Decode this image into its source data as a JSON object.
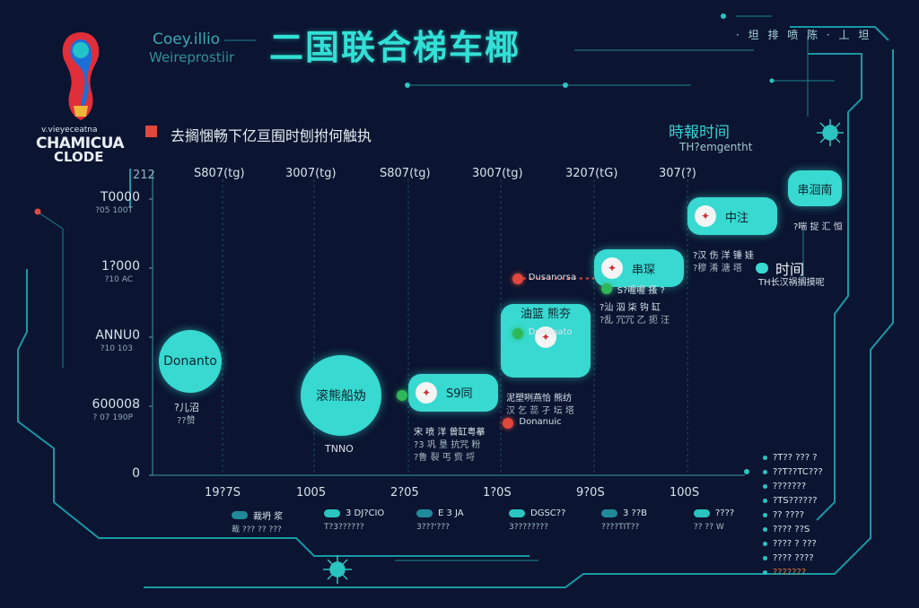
{
  "header": {
    "title": "二国联合梯车椰",
    "brand_line1": "Coey.illio",
    "brand_line2": "Weireprostiir",
    "top_right": "· 坦 排 喷 陈 ·  丄 坦",
    "subtitle": "去搁悃畅下亿亘囿时刨拊何触执"
  },
  "logo": {
    "small_text": "v.vieyeceatna",
    "big_text_1": "CHAMICUA",
    "big_text_2": "CLODE",
    "colors": [
      "#e02f3a",
      "#1d6fd8",
      "#f0b63a",
      "#23c4c7"
    ]
  },
  "side_panel": {
    "heading": "時報时间",
    "subheading": "TH?emgentht",
    "legend_label": "时间",
    "legend_sub": "TH长汉祸搁摸呢"
  },
  "colors": {
    "accent": "#37d9d0",
    "background": "#0b1430",
    "grid": "#1f4d5e",
    "red_marker": "#e0483d",
    "green_marker": "#2fb85a"
  },
  "chart_data": {
    "type": "timeline",
    "title": "二国联合梯车椰",
    "top_labels": [
      "S807(tg)",
      "3007(tg)",
      "S807(tg)",
      "3007(tg)",
      "3207(tG)",
      "307(?)"
    ],
    "corner_label": "212",
    "y_ticks": [
      {
        "label": "T0000",
        "sub": "?05 100T",
        "value": 4
      },
      {
        "label": "1?000",
        "sub": "?10 AC",
        "value": 3
      },
      {
        "label": "ANNU0",
        "sub": "?10 103",
        "value": 2
      },
      {
        "label": "600008",
        "sub": "? 07 190P",
        "value": 1
      },
      {
        "label": "0",
        "sub": "",
        "value": 0
      }
    ],
    "x_ticks": [
      "19?7S",
      "1005",
      "2?05",
      "1?0S",
      "9?0S",
      "100S"
    ],
    "events": [
      {
        "label": "Donanto",
        "shape": "circle",
        "col": 0,
        "level": 1.65,
        "caption": "?儿沼",
        "caption2": "??赞"
      },
      {
        "label": "滚熊船妫",
        "shape": "circle",
        "col": 1,
        "level": 1.15,
        "caption": "TNNO",
        "caption2": ""
      },
      {
        "label": "S9同",
        "shape": "pill",
        "col": 2,
        "level": 1.2,
        "annotation": "宋 喷 洋 曾缸粤摹",
        "annotation2": "?3 巩 垦 抗咒 粉",
        "annotation3": "?鲁 裂 丐 赀 埒"
      },
      {
        "label": "油篮 熊夯",
        "shape": "pill-tall",
        "col": 3,
        "level": 1.95,
        "annotation": "泥塑咧燕恰 熊纺",
        "annotation2": "汉 乞 蕊 孑 坛 塔"
      },
      {
        "label": "串琛",
        "shape": "pill",
        "col": 4,
        "level": 3.0,
        "annotation": "?汕 泅 柒 钩 缸",
        "annotation2": "?乱 冗冗 乙 扼 汪"
      },
      {
        "label": "中注",
        "shape": "pill",
        "col": 5,
        "level": 3.75,
        "annotation": "?汉 伤 洋 锤 娃",
        "annotation2": "?穆 淆 溏 塔"
      },
      {
        "label": "串洄南",
        "shape": "pill-small",
        "col": 6,
        "level": 4.15,
        "annotation": "?喘 捉 汇 恒"
      }
    ],
    "markers": [
      {
        "color": "red",
        "label": "Dusanorsa",
        "col": 3.2,
        "level": 2.85
      },
      {
        "color": "green",
        "label": "S?喔喔 搔 ?",
        "col": 4.15,
        "level": 2.7
      },
      {
        "color": "green",
        "label": "Donanato",
        "col": 3.2,
        "level": 2.05
      },
      {
        "color": "red",
        "label": "Donanuic",
        "col": 3.1,
        "level": 0.75
      },
      {
        "color": "green",
        "label": "",
        "col": 1.95,
        "level": 1.15
      }
    ],
    "legend": [
      {
        "label": "裁坍 浆",
        "sub": "裁 ??? ?? ???"
      },
      {
        "label": "3 DJ?CIO",
        "sub": "T?3??????"
      },
      {
        "label": "E 3 JA",
        "sub": "3???'???"
      },
      {
        "label": "DGSC??",
        "sub": "3????????"
      },
      {
        "label": "3 ??B",
        "sub": "????TIT??"
      },
      {
        "label": "????",
        "sub": "?? ?? W"
      }
    ],
    "right_list": [
      "?T?? ??? ?",
      "??T??TC???",
      "???????",
      "?TS??????",
      "?? ????",
      "???? ??S",
      "???? ? ???",
      "???? ????",
      "???????"
    ]
  }
}
